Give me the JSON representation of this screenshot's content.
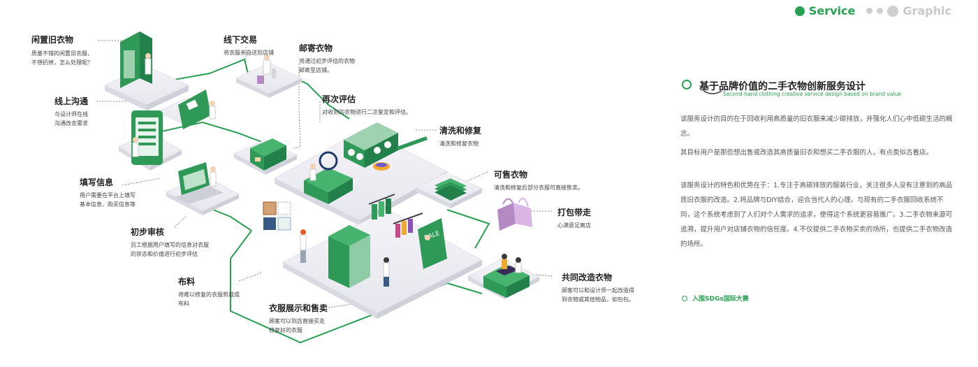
{
  "header": {
    "active_tab": "Service",
    "inactive_tab": "Graphic"
  },
  "colors": {
    "brand_green": "#27a052",
    "platform": "#efeff4",
    "text": "#333333"
  },
  "labels": {
    "idle_clothes": {
      "title": "闲置旧衣物",
      "desc": [
        "质量不错的闲置旧衣服，",
        "不想扔掉，怎么处理呢？"
      ]
    },
    "offline_trade": {
      "title": "线下交易",
      "desc": [
        "将衣服亲自送到店铺"
      ]
    },
    "mail_clothes": {
      "title": "邮寄衣物",
      "desc": [
        "将通过初步评估的衣物",
        "邮寄至店铺。"
      ]
    },
    "online_chat": {
      "title": "线上沟通",
      "desc": [
        "与设计师在线",
        "沟通改衣需求"
      ]
    },
    "re_evaluate": {
      "title": "再次评估",
      "desc": [
        "对收到的衣物进行二次鉴定和评估。"
      ]
    },
    "wash_repair": {
      "title": "清洗和修复",
      "desc": [
        "清洗和修复衣物"
      ]
    },
    "sellable": {
      "title": "可售衣物",
      "desc": [
        "清洗和修复后部分衣服可直接售卖。"
      ]
    },
    "fill_info": {
      "title": "填写信息",
      "desc": [
        "用户需要在平台上填写",
        "基本信息、购买信息等"
      ]
    },
    "pack_go": {
      "title": "打包带走",
      "desc": [
        "心满意足离店"
      ]
    },
    "initial_review": {
      "title": "初步审核",
      "desc": [
        "员工根据用户填写的信息对衣服",
        "的状态和价值进行初步评估"
      ]
    },
    "fabric": {
      "title": "布料",
      "desc": [
        "将难以修复的衣服剪裁成",
        "布料"
      ]
    },
    "co_remake": {
      "title": "共同改造衣物",
      "desc": [
        "顾客可以和设计师一起改造得",
        "到衣物或其他物品，如包包。"
      ]
    },
    "display_sale": {
      "title": "衣服展示和售卖",
      "desc": [
        "顾客可以到店直接买走",
        "修复好的衣服"
      ]
    }
  },
  "panel": {
    "title": "基于品牌价值的二手衣物创新服务设计",
    "subtitle": "Second-hand clothing creative service design based on brand value",
    "paragraphs": [
      "该服务设计的目的在于回收利用高质量的旧衣服来减少碳排放，并强化人们心中低碳生活的概念。",
      "其目标用户是那些想出售或改造其高质量旧衣和想买二手衣服的人，有点类似古着店。",
      "该服务设计的特色和优势在于：1.专注于高碳排放的服装行业，关注很多人没有注意到的高品质旧衣服的改造。2.将品牌与DIY结合，迎合当代人的心理。与现有的二手衣服回收系统不同，这个系统考虑到了人们对个人需求的追求，使得这个系统更容易推广。3.二手衣物来源可追溯，提升用户对店铺衣物的信任度。4.不仅提供二手衣物买卖的场所，也提供二手衣物改造的场所。"
    ],
    "footer": "入围SDGs国际大赛"
  }
}
